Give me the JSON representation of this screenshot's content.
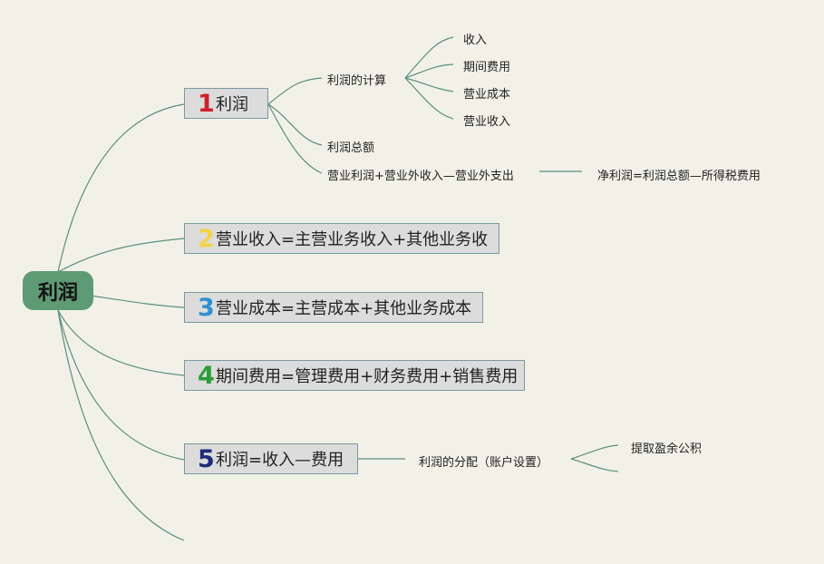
{
  "root": {
    "label": "利润"
  },
  "branches": [
    {
      "num": "1",
      "num_color": "#d0202a",
      "label": "利润"
    },
    {
      "num": "2",
      "num_color": "#f1d24a",
      "label": "营业收入=主营业务收入+其他业务收"
    },
    {
      "num": "3",
      "num_color": "#2f8fd1",
      "label": "营业成本=主营成本+其他业务成本"
    },
    {
      "num": "4",
      "num_color": "#2d9c3a",
      "label": "期间费用=管理费用+财务费用+销售费用"
    },
    {
      "num": "5",
      "num_color": "#1f2c7a",
      "label": "利润=收入—费用"
    }
  ],
  "branch1": {
    "calc_label": "利润的计算",
    "calc_items": [
      "收入",
      "期间费用",
      "营业成本",
      "营业收入"
    ],
    "total_label": "利润总额",
    "operating_label": "营业利润+营业外收入—营业外支出",
    "net_label": "净利润=利润总额—所得税费用"
  },
  "branch5": {
    "dist_label": "利润的分配（账户设置）",
    "dist_items": [
      "提取盈余公积"
    ]
  },
  "colors": {
    "line": "#5a8f80",
    "background": "#f2f1e8"
  }
}
